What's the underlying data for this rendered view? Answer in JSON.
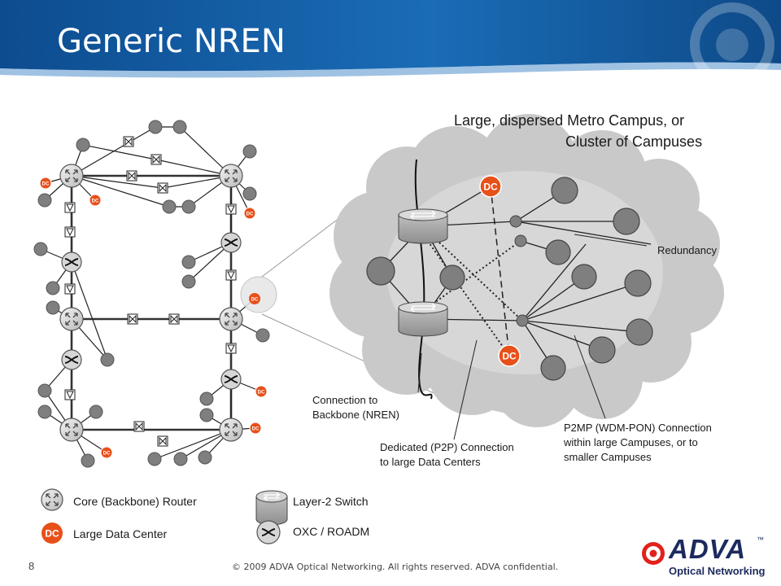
{
  "slide": {
    "title": "Generic NREN",
    "page_number": "8",
    "footer": "© 2009 ADVA Optical Networking. All rights reserved. ADVA confidential.",
    "logo": {
      "name": "ADVA",
      "tm": "™",
      "subtitle": "Optical Networking"
    }
  },
  "callout": {
    "title_line1": "Large, dispersed Metro Campus, or",
    "title_line2": "Cluster of Campuses",
    "redundancy": "Redundancy",
    "backbone_line1": "Connection to",
    "backbone_line2": "Backbone (NREN)",
    "p2p_line1": "Dedicated (P2P) Connection",
    "p2p_line2": "to large Data Centers",
    "p2mp_line1": "P2MP (WDM-PON) Connection",
    "p2mp_line2": "within large Campuses, or to",
    "p2mp_line3": "smaller Campuses",
    "dc_label": "DC"
  },
  "legend": {
    "core_router": "Core (Backbone) Router",
    "layer2_switch": "Layer-2 Switch",
    "data_center": "Large Data Center",
    "oxc": "OXC / ROADM",
    "dc_badge": "DC"
  },
  "colors": {
    "header_blue": "#1560a8",
    "dc_orange": "#e8501a",
    "cloud_gray": "#c9c9c9",
    "node_gray": "#7f7f7f",
    "adva_red": "#e2211c",
    "adva_navy": "#1c2a5e"
  }
}
